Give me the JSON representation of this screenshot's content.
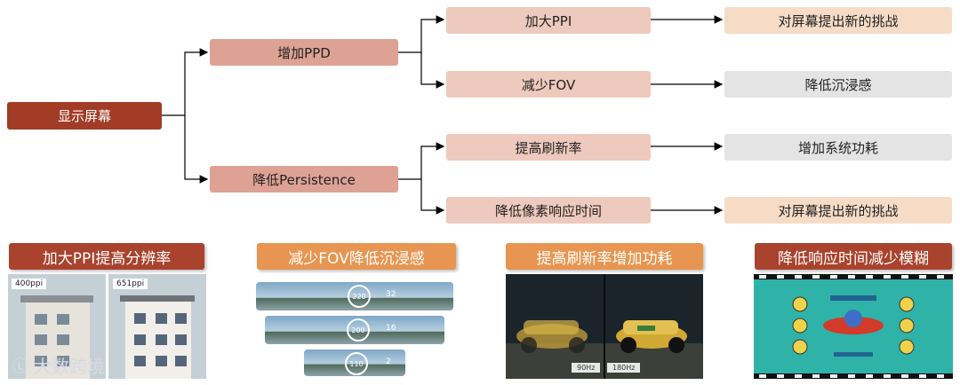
{
  "diagram": {
    "root": "显示屏幕",
    "branch_ppd": "增加PPD",
    "branch_persistence": "降低Persistence",
    "ppd_sub1": "加大PPI",
    "ppd_sub2": "减少FOV",
    "pers_sub1": "提高刷新率",
    "pers_sub2": "降低像素响应时间",
    "out1": "对屏幕提出新的挑战",
    "out2": "降低沉浸感",
    "out3": "增加系统功耗",
    "out4": "对屏幕提出新的挑战"
  },
  "panels": {
    "p1_caption": "加大PPI提高分辨率",
    "p1_tag_left": "400ppi",
    "p1_tag_right": "651ppi",
    "p2_caption": "减少FOV降低沉浸感",
    "p2_rows": [
      "220",
      "200",
      "110"
    ],
    "p2_values": [
      "32",
      "16",
      "2"
    ],
    "p3_caption": "提高刷新率增加功耗",
    "p3_hz_left": "90Hz",
    "p3_hz_right": "180Hz",
    "p4_caption": "降低响应时间减少模糊"
  },
  "watermark": "大数跨境",
  "colors": {
    "root": "#a23c26",
    "mid": "#dea294",
    "sub": "#eec9bd",
    "peach": "#f6dcc7",
    "gray": "#e4e4e4",
    "cap_dark": "#a9432d",
    "cap_orange": "#e79550"
  }
}
